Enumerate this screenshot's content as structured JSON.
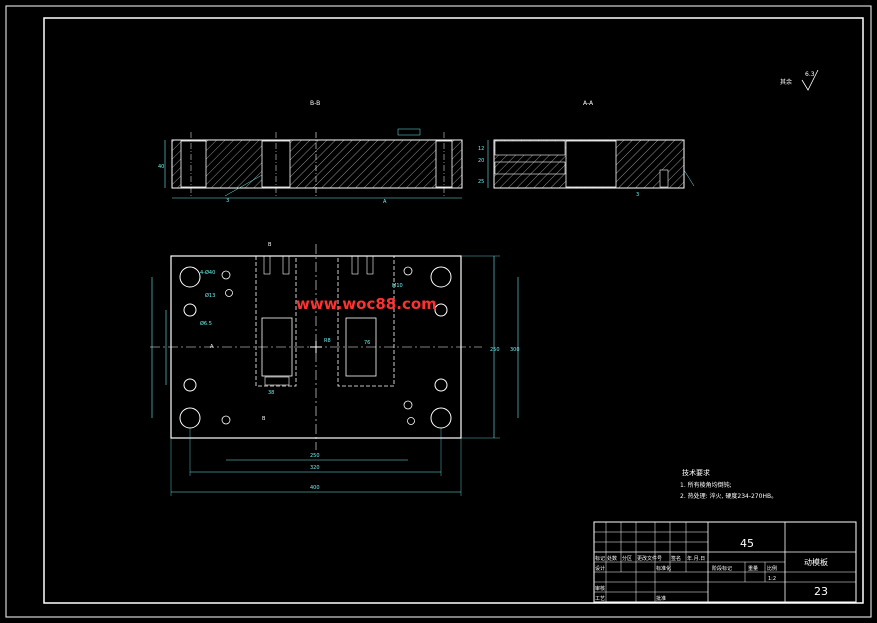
{
  "drawing": {
    "section_label_left": "B-B",
    "section_label_right": "A-A",
    "roughness_text": "其余",
    "roughness_value": "6.3",
    "watermark": "www.woc88.com",
    "dimensions": {
      "left_height": "40",
      "left_callout": "3",
      "center_mark": "A",
      "right_a": "12",
      "right_b": "20",
      "right_c": "25",
      "right_d": "3",
      "hole_1": "4-Ø40",
      "hole_2": "Ø13",
      "hole_3": "Ø6.5",
      "hole_4": "M10",
      "plan_h1": "B",
      "plan_h2": "A",
      "plan_h3": "250",
      "plan_h4": "300",
      "plan_h5": "B",
      "plan_w1": "250",
      "plan_w2": "320",
      "plan_w3": "400",
      "center_r": "R8",
      "slot_w": "38",
      "slot_h": "76"
    }
  },
  "tech_requirements": {
    "title": "技术要求",
    "line1": "1. 所有棱角均倒钝;",
    "line2": "2. 热处理: 淬火, 硬度234-270HB。"
  },
  "title_block": {
    "material": "45",
    "part_name": "动模板",
    "drawing_no": "23",
    "scale": "1:2",
    "h_mark": "标记",
    "h_count": "处数",
    "h_zone": "分区",
    "h_docno": "更改文件号",
    "h_sign": "签名",
    "h_date": "年.月.日",
    "r_design": "设计",
    "r_std": "标准化",
    "r_stage": "阶段标记",
    "r_weight": "重量",
    "r_scale": "比例",
    "r_review": "审核",
    "r_process": "工艺",
    "r_approve": "批准"
  }
}
